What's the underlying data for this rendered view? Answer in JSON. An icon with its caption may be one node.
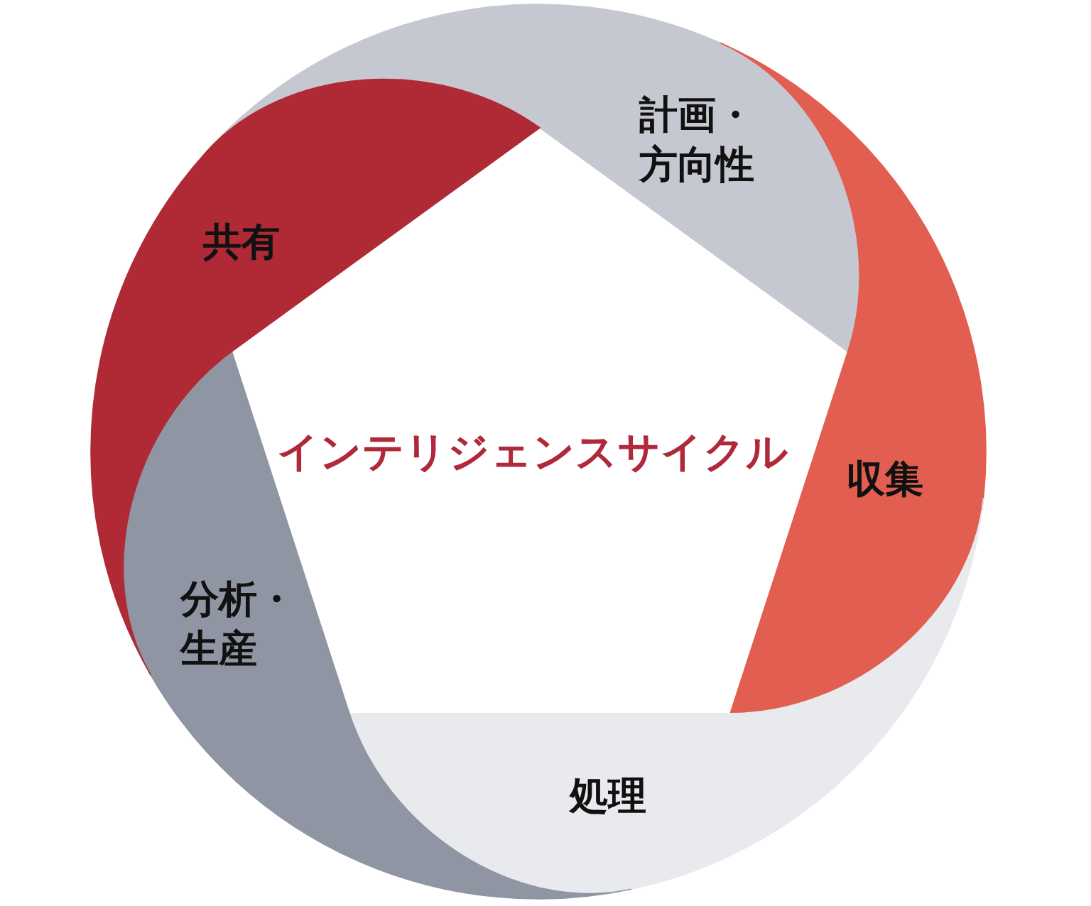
{
  "diagram": {
    "title": "インテリジェンスサイクル",
    "nodes": [
      {
        "text": [
          "計画・方向性"
        ]
      },
      {
        "text": [
          "収集"
        ]
      },
      {
        "text": [
          "処理"
        ]
      },
      {
        "text": [
          "分析・生産"
        ]
      },
      {
        "text": [
          "共有"
        ]
      }
    ]
  }
}
